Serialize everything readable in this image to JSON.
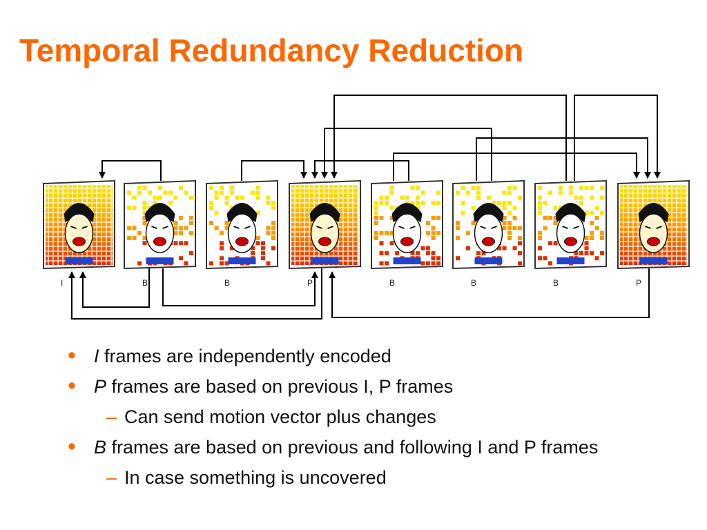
{
  "title": "Temporal Redundancy Reduction",
  "diagram": {
    "frames": [
      {
        "label": "I",
        "style": "full"
      },
      {
        "label": "B",
        "style": "sparse"
      },
      {
        "label": "B",
        "style": "sparse"
      },
      {
        "label": "P",
        "style": "full"
      },
      {
        "label": "B",
        "style": "sparse"
      },
      {
        "label": "B",
        "style": "sparse"
      },
      {
        "label": "B",
        "style": "sparse"
      },
      {
        "label": "P",
        "style": "full"
      }
    ],
    "colors": {
      "arrow": "#000000",
      "grid_top": "#ffe600",
      "grid_mid": "#ff9900",
      "grid_bottom": "#e03000",
      "frame_border": "#333333"
    }
  },
  "bullets": [
    {
      "lead": "I",
      "text": " frames are independently encoded",
      "subs": []
    },
    {
      "lead": "P",
      "text": " frames are based on previous I, P frames",
      "subs": [
        "Can send motion vector plus changes"
      ]
    },
    {
      "lead": "B",
      "text": " frames are based on previous and following I and P frames",
      "subs": [
        "In case something is uncovered"
      ]
    }
  ],
  "bullet_marker": "•",
  "sub_marker": "–"
}
